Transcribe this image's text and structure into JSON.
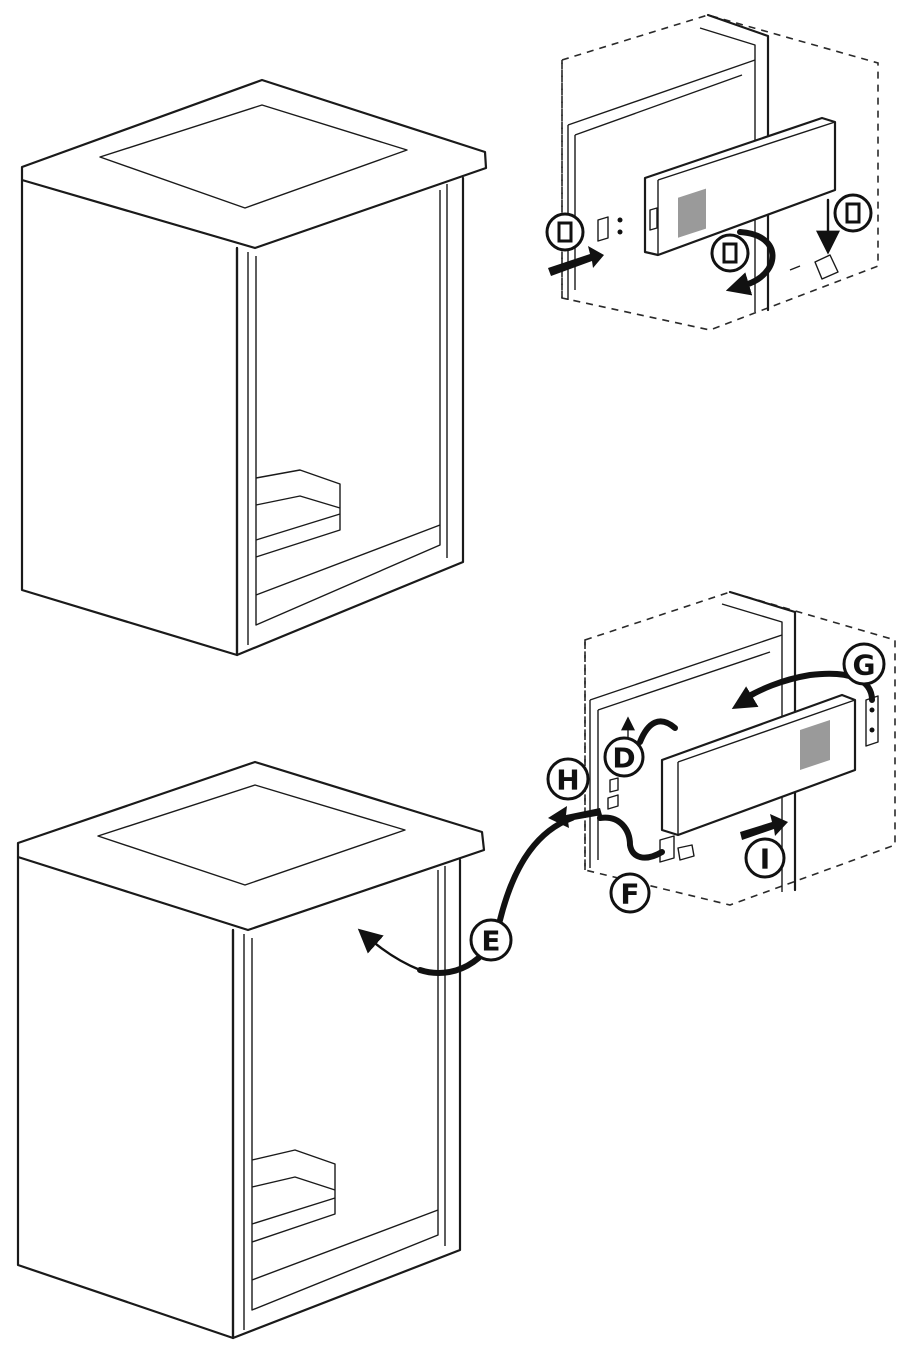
{
  "callouts": {
    "D": "D",
    "E": "E",
    "F": "F",
    "G": "G",
    "H": "H",
    "I": "I"
  },
  "unlabeled_callouts": [
    "box-glyph",
    "box-glyph",
    "box-glyph"
  ],
  "colors": {
    "line": "#1a1a1a",
    "background": "#ffffff",
    "window": "#9a9a9a"
  }
}
